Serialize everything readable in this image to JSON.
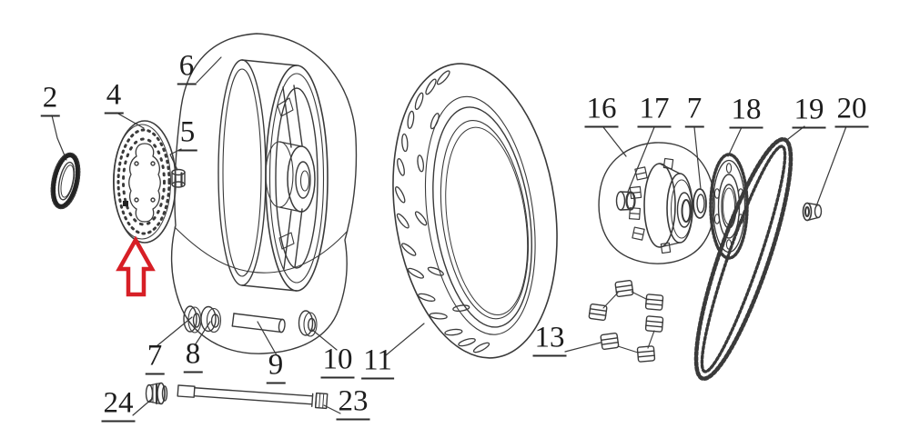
{
  "diagram": {
    "type": "exploded-parts-diagram",
    "background_color": "#ffffff",
    "line_color": "#3a3a3a",
    "arrow_color": "#d71f26",
    "labels": [
      {
        "text": "2"
      },
      {
        "text": "4"
      },
      {
        "text": "5"
      },
      {
        "text": "6"
      },
      {
        "text": "7"
      },
      {
        "text": "8"
      },
      {
        "text": "9"
      },
      {
        "text": "10"
      },
      {
        "text": "11"
      },
      {
        "text": "13"
      },
      {
        "text": "16"
      },
      {
        "text": "17"
      },
      {
        "text": "7"
      },
      {
        "text": "18"
      },
      {
        "text": "19"
      },
      {
        "text": "20"
      },
      {
        "text": "23"
      },
      {
        "text": "24"
      }
    ]
  }
}
